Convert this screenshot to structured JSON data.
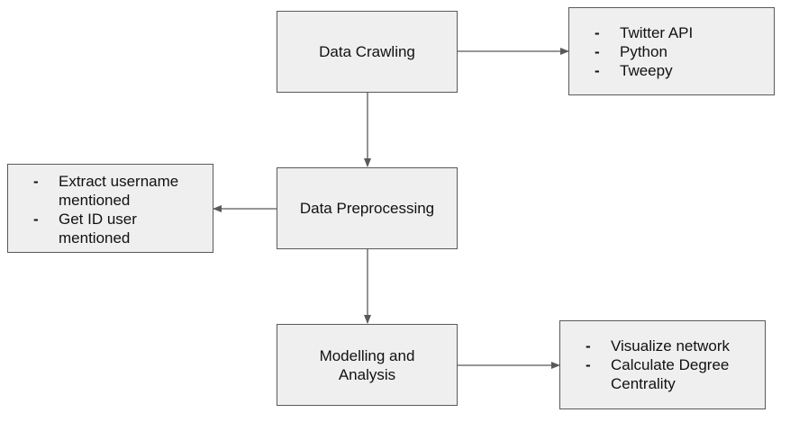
{
  "diagram": {
    "nodes": {
      "crawling": {
        "label": "Data Crawling"
      },
      "preprocessing": {
        "label": "Data Preprocessing"
      },
      "modelling": {
        "label_line1": "Modelling and",
        "label_line2": "Analysis"
      }
    },
    "notes": {
      "tools": {
        "items": [
          {
            "dash": "-",
            "text": "Twitter API"
          },
          {
            "dash": "-",
            "text": "Python"
          },
          {
            "dash": "-",
            "text": "Tweepy"
          }
        ]
      },
      "extract": {
        "items": [
          {
            "dash": "-",
            "line1": "Extract username",
            "line2": "mentioned"
          },
          {
            "dash": "-",
            "line1": "Get ID user",
            "line2": "mentioned"
          }
        ]
      },
      "analysis": {
        "items": [
          {
            "dash": "-",
            "line1": "Visualize network"
          },
          {
            "dash": "-",
            "line1": "Calculate Degree",
            "line2": "Centrality"
          }
        ]
      }
    },
    "colors": {
      "box_fill": "#efefef",
      "box_border": "#595959",
      "arrow": "#595959",
      "text": "#111111"
    }
  }
}
